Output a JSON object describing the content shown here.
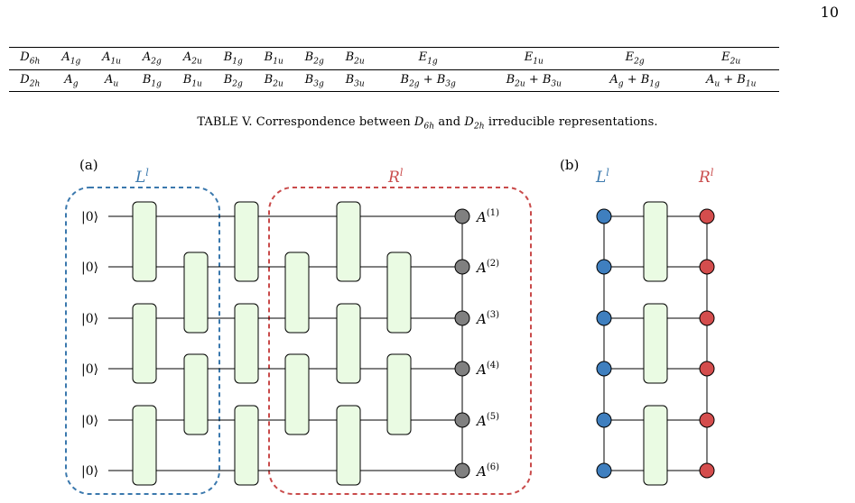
{
  "page_number": "10",
  "table": {
    "rows": [
      [
        "D6h",
        "A1g",
        "A1u",
        "A2g",
        "A2u",
        "B1g",
        "B1u",
        "B2g",
        "B2u",
        "E1g",
        "E1u",
        "E2g",
        "E2u"
      ],
      [
        "D2h",
        "Ag",
        "Au",
        "B1g",
        "B1u",
        "B2g",
        "B2u",
        "B3g",
        "B3u",
        "B2g + B3g",
        "B2u + B3u",
        "Ag + B1g",
        "Au + B1u"
      ]
    ]
  },
  "caption": {
    "prefix": "TABLE V. Correspondence between ",
    "sym1": "D6h",
    "middle": " and ",
    "sym2": "D2h",
    "suffix": " irreducible representations."
  },
  "figure": {
    "panel_a_label": "(a)",
    "panel_b_label": "(b)",
    "left_label": "L",
    "left_label_sup": "l",
    "right_label": "R",
    "right_label_sup": "l",
    "ket_label": "|0⟩",
    "output_prefix": "A",
    "output_indices": [
      "(1)",
      "(2)",
      "(3)",
      "(4)",
      "(5)",
      "(6)"
    ],
    "colors": {
      "left_region": "#3a78ad",
      "right_region": "#c94a4a",
      "gate_fill": "#eafbe3",
      "output_node": "#808080",
      "left_node": "#3f7fbf",
      "right_node": "#d44d4d"
    }
  }
}
